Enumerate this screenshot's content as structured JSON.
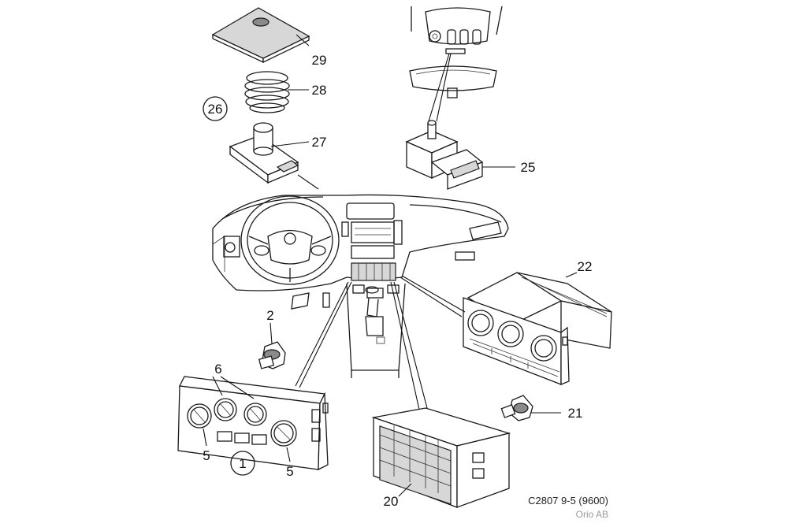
{
  "callouts": {
    "c1": "1",
    "c2": "2",
    "c5a": "5",
    "c5b": "5",
    "c6": "6",
    "c20": "20",
    "c21": "21",
    "c22": "22",
    "c25": "25",
    "c26": "26",
    "c27": "27",
    "c28": "28",
    "c29": "29"
  },
  "footer": {
    "drawing_ref": "C2807 9-5 (9600)",
    "copyright": "Orio AB"
  }
}
